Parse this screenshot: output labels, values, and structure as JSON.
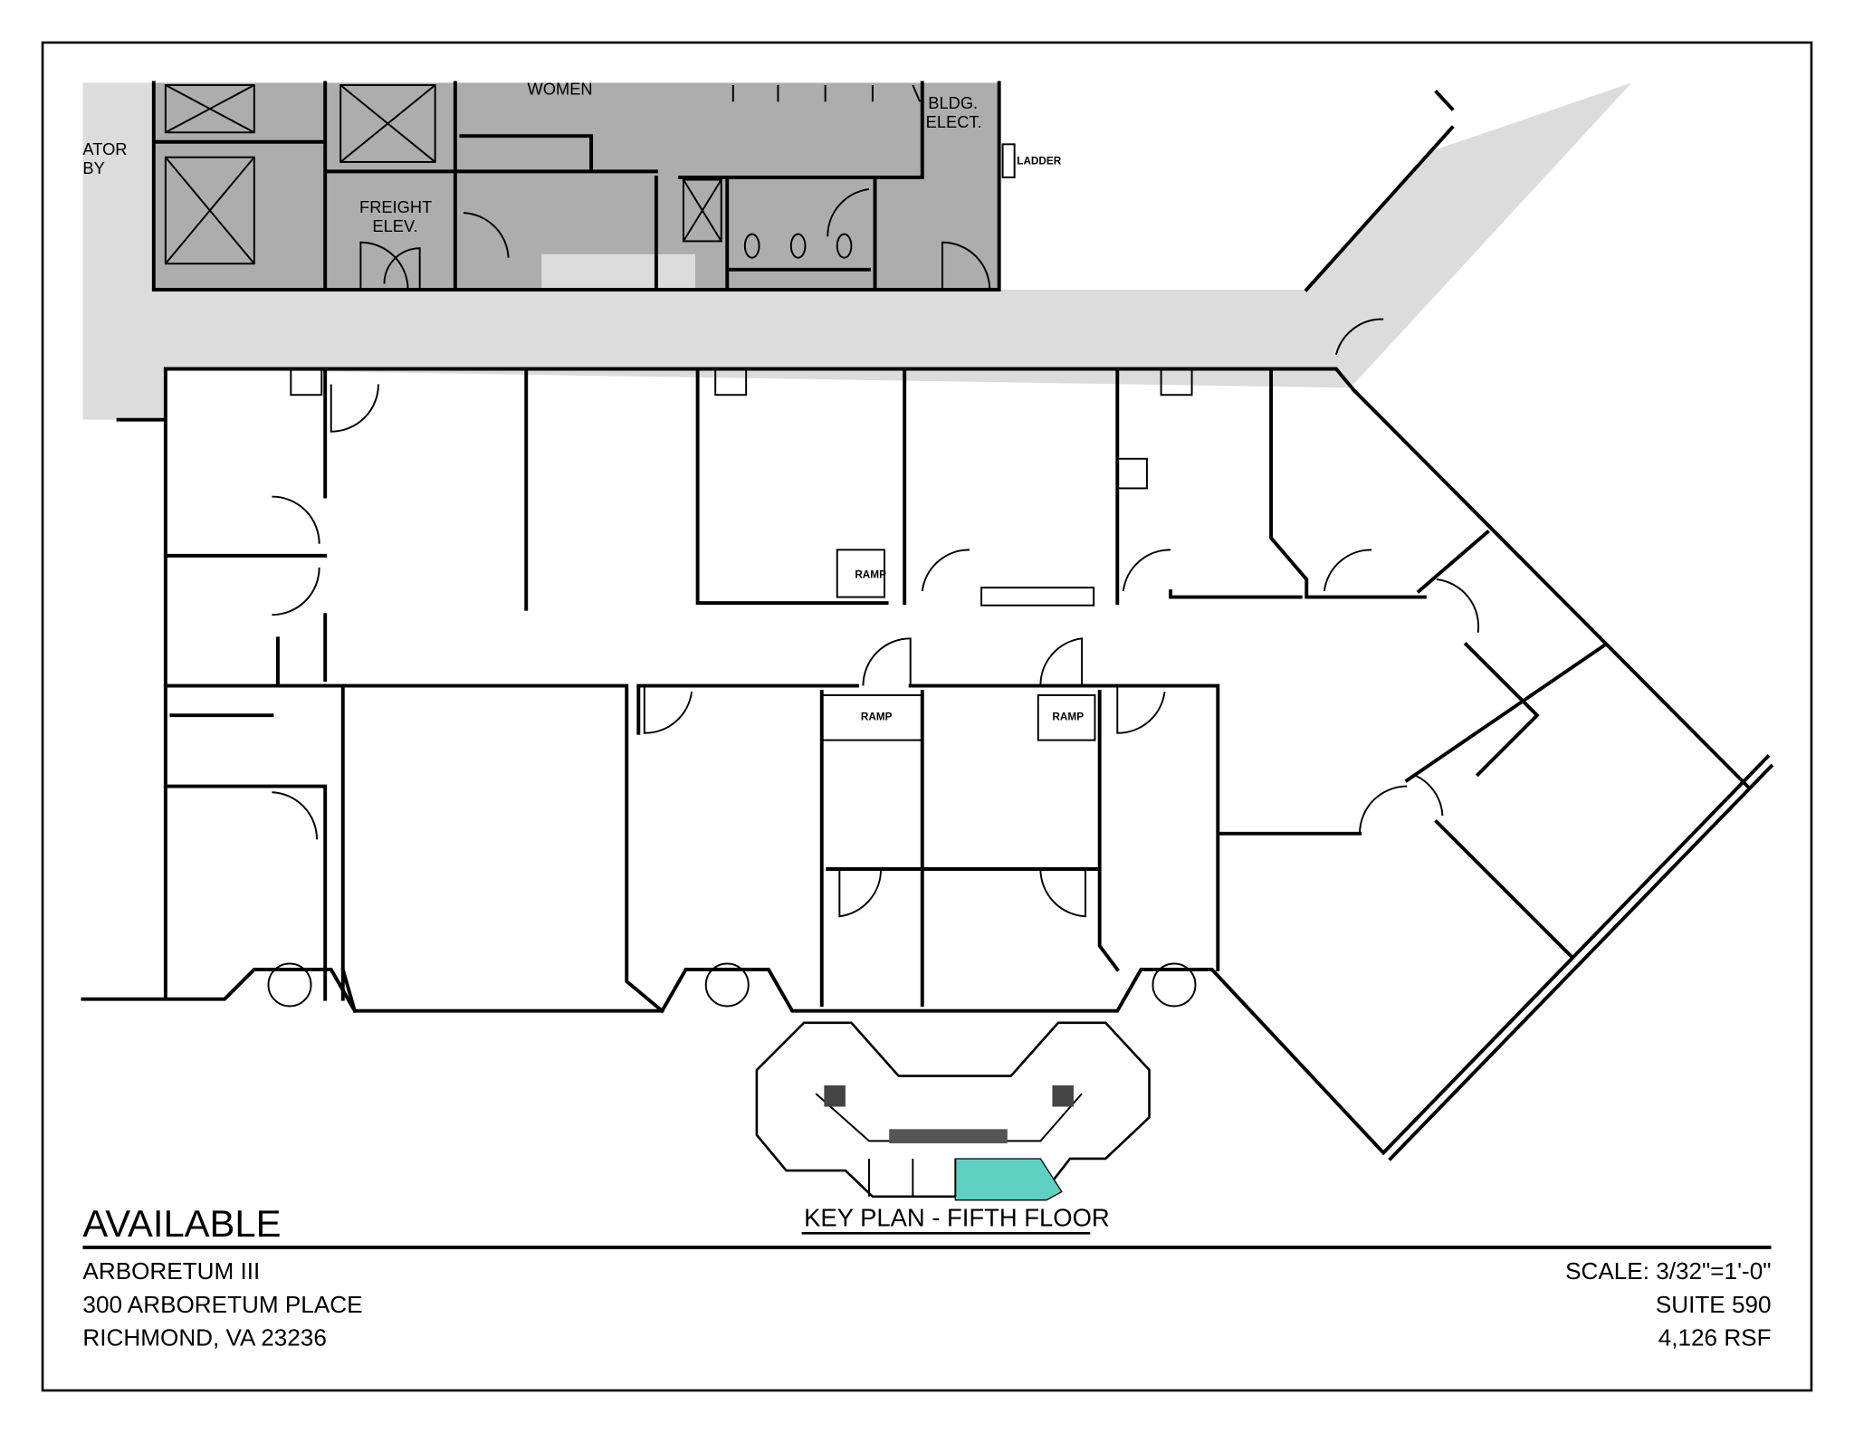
{
  "plan": {
    "labels": {
      "women": "WOMEN",
      "bldg_elect_1": "BLDG.",
      "bldg_elect_2": "ELECT.",
      "freight_1": "FREIGHT",
      "freight_2": "ELEV.",
      "elevator_1": "ATOR",
      "elevator_2": "BY",
      "ladder": "LADDER",
      "ramp_1": "RAMP",
      "ramp_2": "RAMP",
      "ramp_3": "RAMP"
    },
    "colors": {
      "core": "#adadad",
      "corridor": "#dcdcdc",
      "suite_highlight": "#5fd0c4"
    }
  },
  "key_plan": {
    "title": "KEY PLAN - FIFTH FLOOR"
  },
  "title_block": {
    "status": "AVAILABLE",
    "building": "ARBORETUM III",
    "address": "300 ARBORETUM PLACE",
    "city": "RICHMOND, VA 23236",
    "scale": "SCALE: 3/32\"=1'-0\"",
    "suite": "SUITE 590",
    "area": "4,126 RSF"
  }
}
